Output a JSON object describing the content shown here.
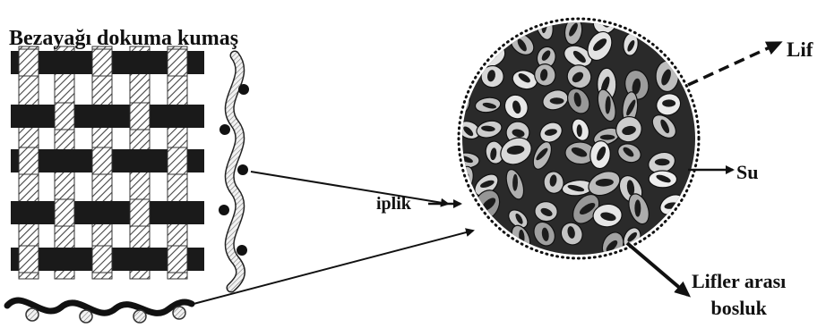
{
  "title": "Bezayağı dokuma kumaş",
  "labels": {
    "fiber": "Lif",
    "water": "Su",
    "yarn": "iplik",
    "pore_line1": "Lifler arası",
    "pore_line2": "bosluk"
  },
  "colors": {
    "ink": "#111111",
    "weft": "#1a1a1a",
    "hatch": "#444444",
    "fiber_light": "#d8d8d8",
    "fiber_dark": "#1c1c1c"
  }
}
